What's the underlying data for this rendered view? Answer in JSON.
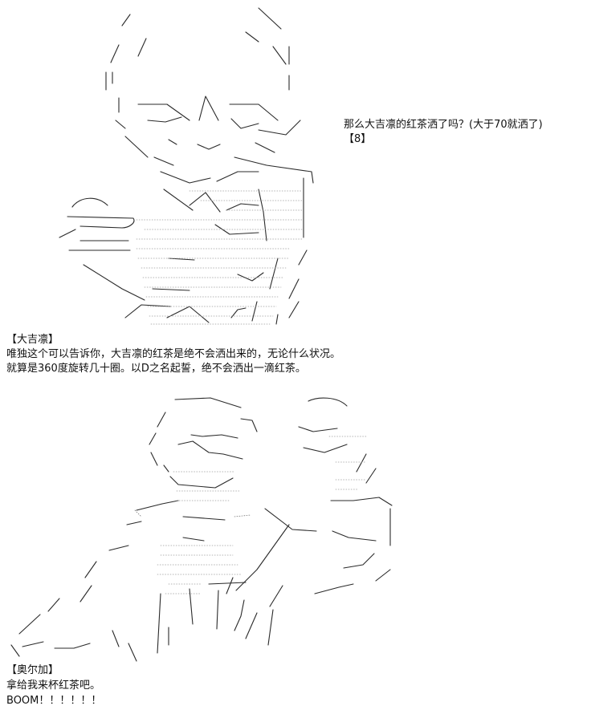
{
  "scene1": {
    "question_line": "那么大吉凛的红茶洒了吗？(大于70就洒了)",
    "dice_result": "【8】",
    "speaker": "【大吉凛】",
    "line1": "唯独这个可以告诉你，大吉凛的红茶是绝不会洒出来的，无论什么状况。",
    "line2": "就算是360度旋转几十圈。以D之名起誓，绝不会洒出一滴红茶。"
  },
  "scene2": {
    "speaker": "【奥尔加】",
    "line1": "拿给我来杯红茶吧。",
    "line2": "BOOM！！！！！！"
  },
  "colors": {
    "text": "#111111",
    "background": "#ffffff",
    "line_art": "#2a2a2a"
  }
}
